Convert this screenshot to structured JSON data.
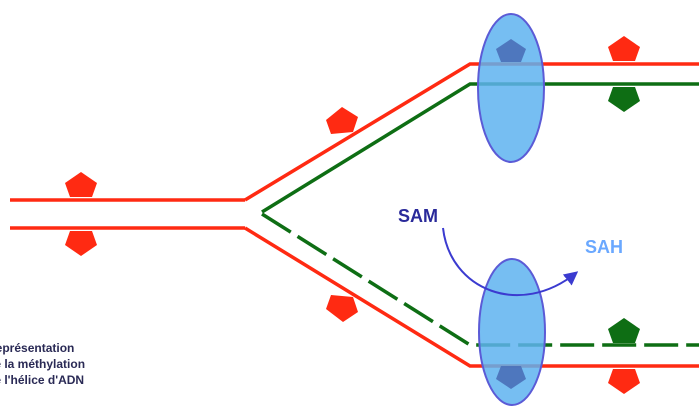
{
  "labels": {
    "donor": "SAM",
    "product": "SAH"
  },
  "caption": {
    "line1": "Représentation",
    "line2": "de la méthylation",
    "line3": "de l'hélice d'ADN"
  },
  "colors": {
    "parental_strand": "#ff2a12",
    "new_strand": "#0e6e14",
    "methyl_mark_parental": "#ff2a12",
    "methyl_mark_new": "#0e6e14",
    "enzyme_fill": "#5eb3f0",
    "enzyme_stroke": "#5b5bd6",
    "donor_label": "#2a2a9a",
    "product_label": "#6aa8ff",
    "arrow": "#3b3bd0"
  }
}
